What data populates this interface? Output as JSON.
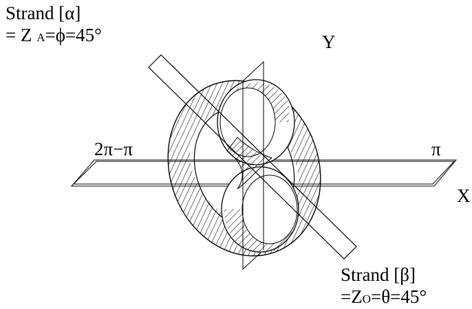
{
  "labels": {
    "strand_alpha_title": "Strand [α]",
    "strand_alpha_eq_prefix": "= Z",
    "strand_alpha_eq_sub": "A",
    "strand_alpha_eq_suffix": "=ϕ=45°",
    "y_axis": "Y",
    "x_axis": "X",
    "left_angle": "2π−π",
    "right_angle": "π",
    "strand_beta_title": "Strand [β]",
    "strand_beta_eq_prefix": "=Z",
    "strand_beta_eq_sub": "O",
    "strand_beta_eq_suffix": "=θ=45°"
  },
  "colors": {
    "line": "#000000",
    "background": "#ffffff"
  }
}
